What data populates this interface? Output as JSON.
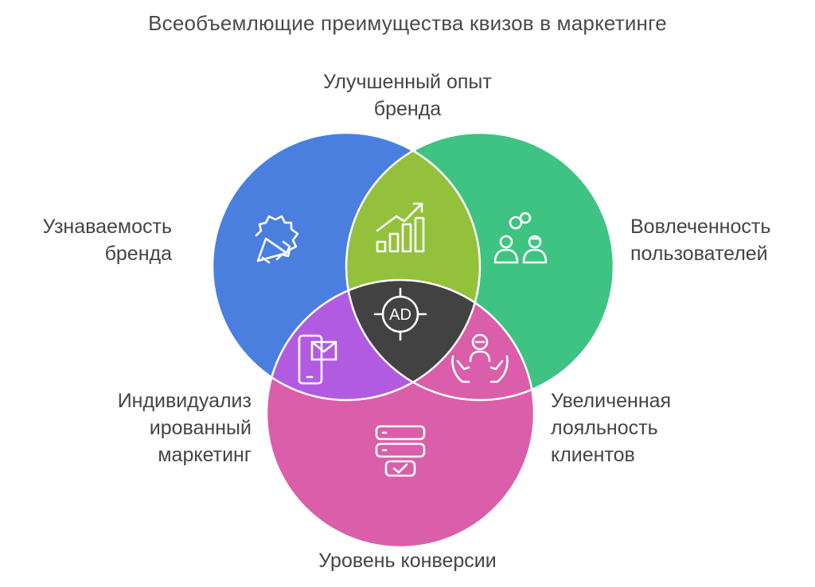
{
  "title": "Всеобъемлющие преимущества квизов в маркетинге",
  "circles": {
    "awareness": {
      "label_lines": [
        "Узнаваемость",
        "бренда"
      ],
      "color": "#4A7FE0",
      "icon": "megaphone-badge-icon"
    },
    "engagement": {
      "label_lines": [
        "Вовлеченность",
        "пользователей"
      ],
      "color": "#3EC383",
      "icon": "users-chat-icon"
    },
    "conversion": {
      "label_lines": [
        "Уровень конверсии"
      ],
      "color": "#DA5EAA",
      "icon": "checklist-stack-icon"
    }
  },
  "intersections": {
    "brand_experience": {
      "label_lines": [
        "Улучшенный опыт",
        "бренда"
      ],
      "color": "#93C13C",
      "icon": "growth-chart-icon"
    },
    "personalized_marketing": {
      "label_lines": [
        "Индивидуализ",
        "ированный",
        "маркетинг"
      ],
      "color": "#B15CE0",
      "icon": "mobile-mail-icon"
    },
    "loyalty": {
      "label_lines": [
        "Увеличенная",
        "лояльность",
        "клиентов"
      ],
      "color": "#DA5EAA",
      "icon": "hands-person-icon"
    },
    "center": {
      "text": "AD",
      "color": "#424242",
      "icon": "ad-target-icon"
    }
  }
}
